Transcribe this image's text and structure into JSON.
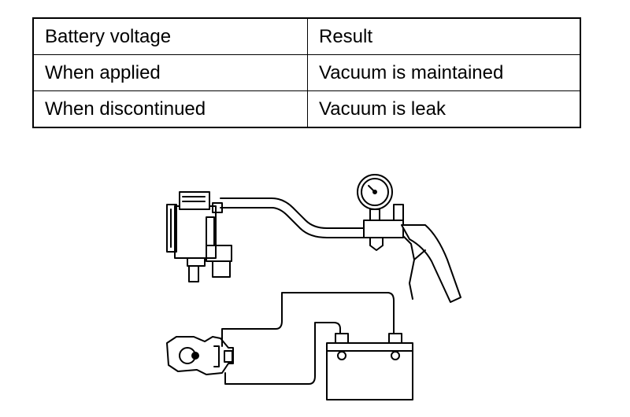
{
  "table": {
    "headers": [
      "Battery voltage",
      "Result"
    ],
    "rows": [
      [
        "When applied",
        "Vacuum is maintained"
      ],
      [
        "When discontinued",
        "Vacuum is leak"
      ]
    ]
  },
  "diagram": {
    "components": [
      "solenoid-valve",
      "vacuum-pump-with-gauge",
      "distributor-connector",
      "battery"
    ]
  }
}
